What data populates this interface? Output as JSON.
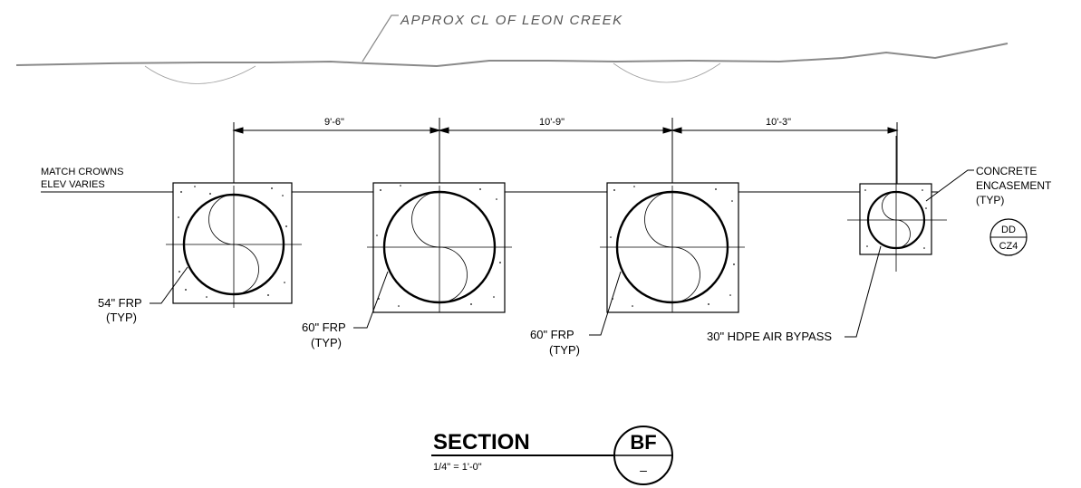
{
  "ground": {
    "creek_label": "APPROX CL OF LEON CREEK"
  },
  "dimensions": {
    "spacing_1": "9'-6\"",
    "spacing_2": "10'-9\"",
    "spacing_3": "10'-3\""
  },
  "notes": {
    "match_crowns_line1": "MATCH CROWNS",
    "match_crowns_line2": "ELEV VARIES",
    "encasement_line1": "CONCRETE",
    "encasement_line2": "ENCASEMENT",
    "encasement_line3": "(TYP)"
  },
  "pipes": [
    {
      "label": "54\" FRP",
      "typ": "(TYP)"
    },
    {
      "label": "60\" FRP",
      "typ": "(TYP)"
    },
    {
      "label": "60\" FRP",
      "typ": "(TYP)"
    },
    {
      "label": "30\" HDPE AIR BYPASS",
      "typ": ""
    }
  ],
  "detail_ref": {
    "top": "DD",
    "bottom": "CZ4"
  },
  "section": {
    "title": "SECTION",
    "scale": "1/4\" = 1'-0\"",
    "tag_top": "BF",
    "tag_bottom": "–"
  }
}
